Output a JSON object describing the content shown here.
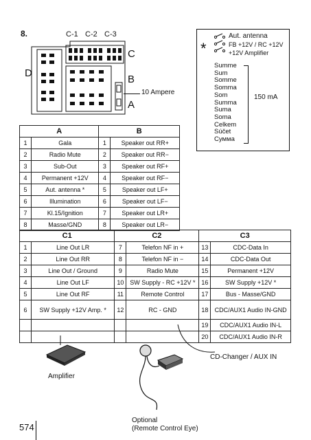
{
  "section": "8.",
  "page_number": "574",
  "connector": {
    "labels": [
      "C-1",
      "C-2",
      "C-3"
    ],
    "blocks": {
      "c": "C",
      "b": "B",
      "a": "A",
      "d": "D"
    },
    "fuse_note": "10 Ampere"
  },
  "legend": {
    "asterisk": "*",
    "lines": [
      "Aut. antenna",
      "FB +12V  / RC +12V",
      "+12V Amplifier"
    ],
    "words": [
      "Summe",
      "Sum",
      "Somme",
      "Somma",
      "Som",
      "Summa",
      "Suma",
      "Soma",
      "Celkem",
      "Súčet",
      "Сумма"
    ],
    "current": "150 mA"
  },
  "table_ab": {
    "headers": [
      "A",
      "B"
    ],
    "rows": [
      [
        "1",
        "Gala",
        "1",
        "Speaker out RR+"
      ],
      [
        "2",
        "Radio Mute",
        "2",
        "Speaker out RR−"
      ],
      [
        "3",
        "Sub-Out",
        "3",
        "Speaker out RF+"
      ],
      [
        "4",
        "Permanent +12V",
        "4",
        "Speaker out RF−"
      ],
      [
        "5",
        "Aut. antenna *",
        "5",
        "Speaker out LF+"
      ],
      [
        "6",
        "Illumination",
        "6",
        "Speaker out LF−"
      ],
      [
        "7",
        "Kl.15/Ignition",
        "7",
        "Speaker out LR+"
      ],
      [
        "8",
        "Masse/GND",
        "8",
        "Speaker out LR−"
      ]
    ]
  },
  "table_c": {
    "headers": [
      "C1",
      "C2",
      "C3"
    ],
    "rows": [
      [
        "1",
        "Line Out LR",
        "7",
        "Telefon NF in +",
        "13",
        "CDC-Data In"
      ],
      [
        "2",
        "Line Out RR",
        "8",
        "Telefon NF in −",
        "14",
        "CDC-Data Out"
      ],
      [
        "3",
        "Line Out / Ground",
        "9",
        "Radio Mute",
        "15",
        "Permanent +12V"
      ],
      [
        "4",
        "Line Out LF",
        "10",
        "SW Supply - RC +12V *",
        "16",
        "SW Supply +12V *"
      ],
      [
        "5",
        "Line Out RF",
        "11",
        "Remote Control",
        "17",
        "Bus - Masse/GND"
      ],
      [
        "6",
        "SW Supply +12V Amp. *",
        "12",
        "RC - GND",
        "18",
        "CDC/AUX1 Audio IN-GND"
      ],
      [
        "",
        "",
        "",
        "",
        "19",
        "CDC/AUX1 Audio IN-L"
      ],
      [
        "",
        "",
        "",
        "",
        "20",
        "CDC/AUX1 Audio IN-R"
      ]
    ]
  },
  "devices": {
    "amplifier": "Amplifier",
    "optional": "Optional",
    "remote_eye": "(Remote Control Eye)",
    "cd_changer": "CD-Changer  /  AUX IN"
  }
}
